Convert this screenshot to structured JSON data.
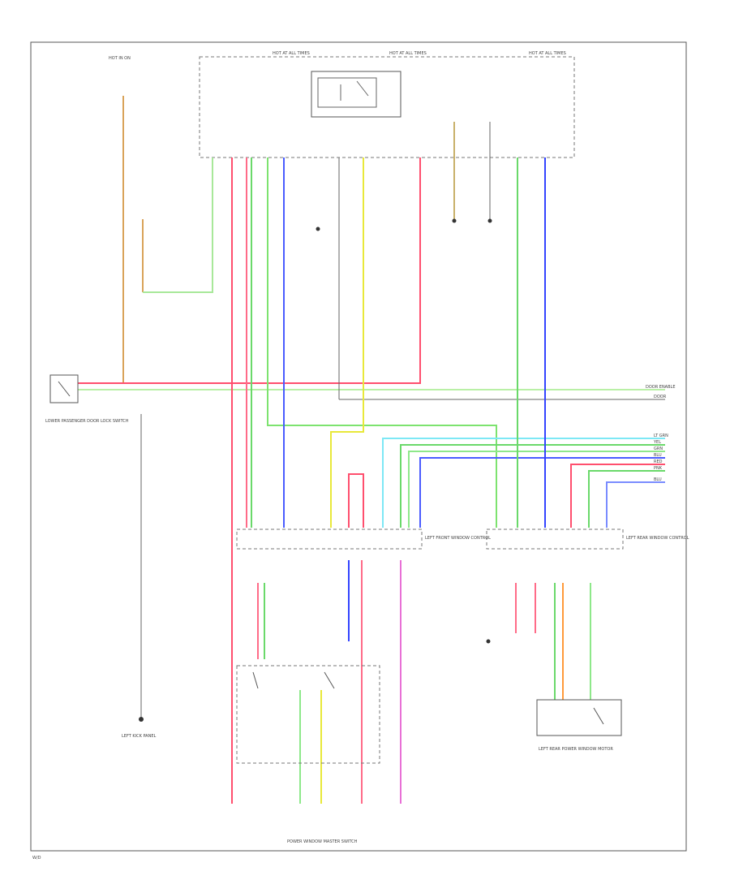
{
  "labels": {
    "top_fuse_a": "HOT IN ON",
    "top_fuse_b": "HOT AT ALL TIMES",
    "top_fuse_c": "HOT AT ALL TIMES",
    "left_switch_caption": "LOWER\nPASSENGER\nDOOR\nLOCK SWITCH",
    "main_switch_caption": "POWER WINDOW MASTER SWITCH",
    "rear_motor_caption": "LEFT REAR POWER WINDOW MOTOR",
    "rear_motor_sub": "LEFT REAR POWER\nWINDOW MOTOR",
    "center_connector_caption": "LEFT FRONT\nWINDOW\nCONTROL",
    "right_connector_caption": "LEFT REAR\nWINDOW\nCONTROL",
    "ground_left": "LEFT KICK\nPANEL",
    "footer_code": "W/D",
    "right_end_labels": [
      "DOOR ENABLE",
      "DOOR",
      "LT GRN",
      "YEL",
      "GRN",
      "BLU",
      "RED",
      "PNK",
      "BLU"
    ]
  },
  "colors": {
    "red": "#ff4f6e",
    "green": "#6ad96a",
    "yellow": "#e8e83a",
    "blue": "#4a5cff",
    "tan": "#d9a35a",
    "cyan": "#7de8f5",
    "orange": "#ff9a3a",
    "grey": "#9a9a9a",
    "lightgreen": "#a8e89a",
    "purple": "#e870d6"
  }
}
